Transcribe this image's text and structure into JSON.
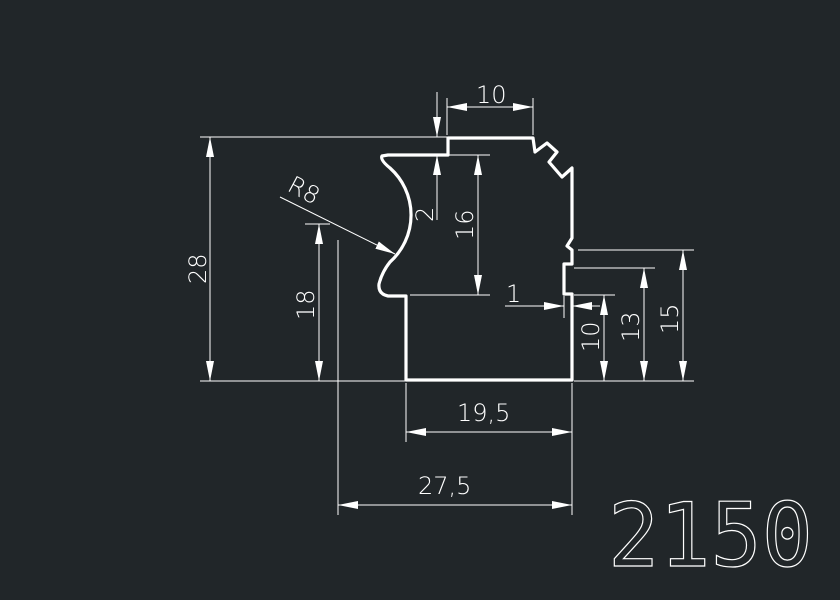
{
  "drawing": {
    "dimensions": {
      "top_width": "10",
      "step_height": "2",
      "inner_height": "16",
      "radius": "R8",
      "total_height": "28",
      "left_height": "18",
      "gap": "1",
      "right_low": "10",
      "right_mid": "13",
      "right_high": "15",
      "base_width": "19,5",
      "total_width": "27,5"
    },
    "part_number": "2150",
    "colors": {
      "background": "#212629",
      "lines": "#ffffff"
    }
  }
}
